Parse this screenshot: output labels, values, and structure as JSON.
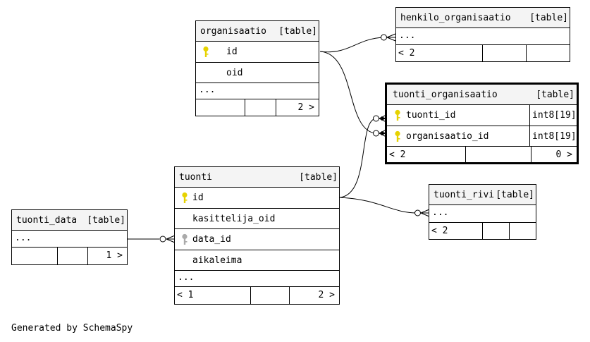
{
  "tables": {
    "organisaatio": {
      "name": "organisaatio",
      "kind": "[table]",
      "columns": [
        "id",
        "oid"
      ],
      "more": "...",
      "footer_right": "2 >"
    },
    "henkilo_organisaatio": {
      "name": "henkilo_organisaatio",
      "kind": "[table]",
      "more": "...",
      "footer_left": "< 2"
    },
    "tuonti_organisaatio": {
      "name": "tuonti_organisaatio",
      "kind": "[table]",
      "columns": [
        {
          "name": "tuonti_id",
          "type": "int8[19]"
        },
        {
          "name": "organisaatio_id",
          "type": "int8[19]"
        }
      ],
      "footer_left": "< 2",
      "footer_right": "0 >"
    },
    "tuonti": {
      "name": "tuonti",
      "kind": "[table]",
      "columns": [
        "id",
        "kasittelija_oid",
        "data_id",
        "aikaleima"
      ],
      "more": "...",
      "footer_left": "< 1",
      "footer_right": "2 >"
    },
    "tuonti_data": {
      "name": "tuonti_data",
      "kind": "[table]",
      "more": "...",
      "footer_right": "1 >"
    },
    "tuonti_rivi": {
      "name": "tuonti_rivi",
      "kind": "[table]",
      "more": "...",
      "footer_left": "< 2"
    }
  },
  "colors": {
    "primary_key": "#e6d200",
    "foreign_key": "#aaaaaa",
    "header_bg": "#f4f4f4"
  },
  "icons": {
    "primary_key": "key-icon",
    "foreign_key": "key-icon"
  },
  "generated_by": "Generated by SchemaSpy"
}
